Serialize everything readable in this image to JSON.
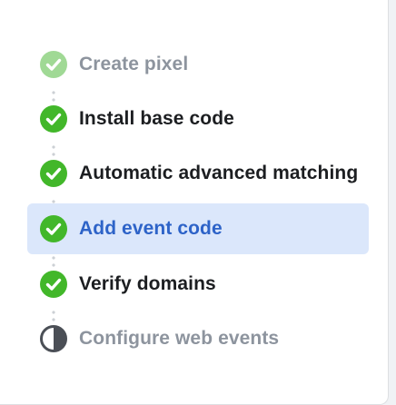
{
  "colors": {
    "check_green": "#42b72a",
    "check_green_faded": "#a0d995",
    "active_bg": "#dbe7fb",
    "active_text": "#2d63c8",
    "text_dark": "#1c1e21",
    "text_muted": "#8d949e",
    "half_icon": "#4b4f56"
  },
  "steps": [
    {
      "label": "Create pixel",
      "icon": "check-circle-icon",
      "state": "done-faded"
    },
    {
      "label": "Install base code",
      "icon": "check-circle-icon",
      "state": "done"
    },
    {
      "label": "Automatic advanced matching",
      "icon": "check-circle-icon",
      "state": "done"
    },
    {
      "label": "Add event code",
      "icon": "check-circle-icon",
      "state": "active"
    },
    {
      "label": "Verify domains",
      "icon": "check-circle-icon",
      "state": "done"
    },
    {
      "label": "Configure web events",
      "icon": "half-circle-icon",
      "state": "pending"
    }
  ]
}
